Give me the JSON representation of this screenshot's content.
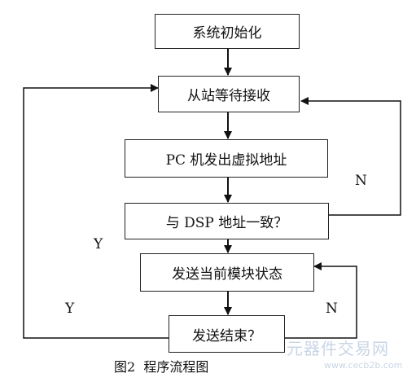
{
  "nodes": {
    "init": "系统初始化",
    "wait": "从站等待接收",
    "send_addr": "PC 机发出虚拟地址",
    "match": "与 DSP 地址一致？",
    "send_state": "发送当前模块状态",
    "send_end": "发送结束？"
  },
  "edge_labels": {
    "match_no": "N",
    "match_yes": "Y",
    "end_no": "N",
    "end_yes": "Y"
  },
  "caption": "图2  程序流程图",
  "watermark": {
    "cn": "元器件交易网",
    "url": "www.cecb2b.com"
  }
}
